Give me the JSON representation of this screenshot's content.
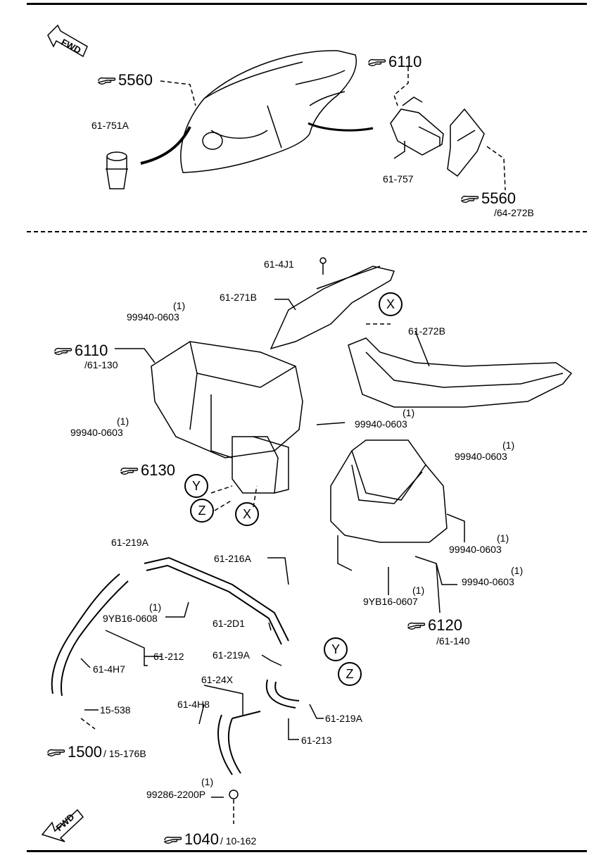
{
  "refs": {
    "r5560_top": "5560",
    "r6110_top": "6110",
    "r5560_right": "5560",
    "r5560_right_sub": "/64-272B",
    "r6110_left": "6110",
    "r6110_left_sub": "/61-130",
    "r6130": "6130",
    "r6120": "6120",
    "r6120_sub": "/61-140",
    "r1500": "1500",
    "r1500_sub": "/ 15-176B",
    "r1040": "1040",
    "r1040_sub": "/ 10-162"
  },
  "parts": {
    "p61_751A": "61-751A",
    "p61_757": "61-757",
    "p61_4J1": "61-4J1",
    "p61_271B": "61-271B",
    "p61_272B": "61-272B",
    "p99940_a": "99940-0603",
    "p99940_b": "99940-0603",
    "p99940_c": "99940-0603",
    "p99940_d": "99940-0603",
    "p99940_e": "99940-0603",
    "p99940_f": "99940-0603",
    "p9YB16_0607": "9YB16-0607",
    "p61_219A_a": "61-219A",
    "p61_216A": "61-216A",
    "p9YB16_0608": "9YB16-0608",
    "p61_2D1": "61-2D1",
    "p61_212": "61-212",
    "p61_4H7": "61-4H7",
    "p61_219A_b": "61-219A",
    "p61_24X": "61-24X",
    "p61_4H8": "61-4H8",
    "p15_538": "15-538",
    "p61_219A_c": "61-219A",
    "p61_213": "61-213",
    "p99286": "99286-2200P"
  },
  "qty": "(1)",
  "markers": {
    "x": "X",
    "y": "Y",
    "z": "Z"
  },
  "fwd": "FWD"
}
